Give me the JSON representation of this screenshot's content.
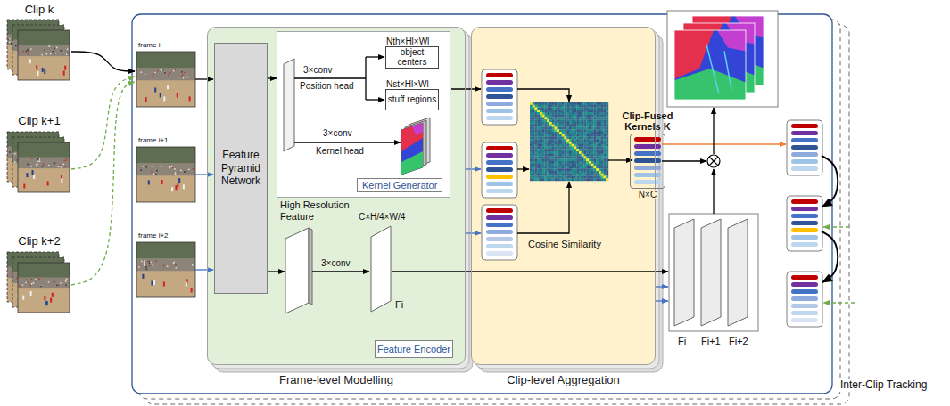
{
  "diagram": {
    "nodes": [
      {
        "text": [
          "Frame-level Modelling"
        ]
      },
      {
        "text": [
          "Feature Pyramid Network"
        ],
        "in": 0
      },
      {
        "text": [
          "Kernel Generator"
        ],
        "in": 0
      },
      {
        "text": [
          "Nth×Hl×Wl",
          "object centers"
        ],
        "in": 2
      },
      {
        "text": [
          "Nst×Hl×Wl",
          "stuff regions"
        ],
        "in": 2
      },
      {
        "text": [
          "Feature Encoder"
        ],
        "in": 0
      },
      {
        "text": [
          "Clip-level Aggregation"
        ]
      },
      {
        "text": [
          "Clip-Fused Kernels K",
          "N×C"
        ]
      }
    ],
    "edges": [
      {
        "from": 1,
        "to": 2,
        "arrow": "to"
      }
    ],
    "labels": [
      "Clip k",
      "Clip k+1",
      "Clip k+2",
      "frame i",
      "frame i+1",
      "frame i+2",
      "3×conv",
      "Position head",
      "3×conv",
      "Kernel head",
      "High Resolution Feature",
      "3×conv",
      "C×H/4×W/4",
      "Fi",
      "Cosine Similarity",
      "Fi",
      "Fi+1",
      "Fi+2",
      "Inter-Clip Tracking"
    ]
  }
}
